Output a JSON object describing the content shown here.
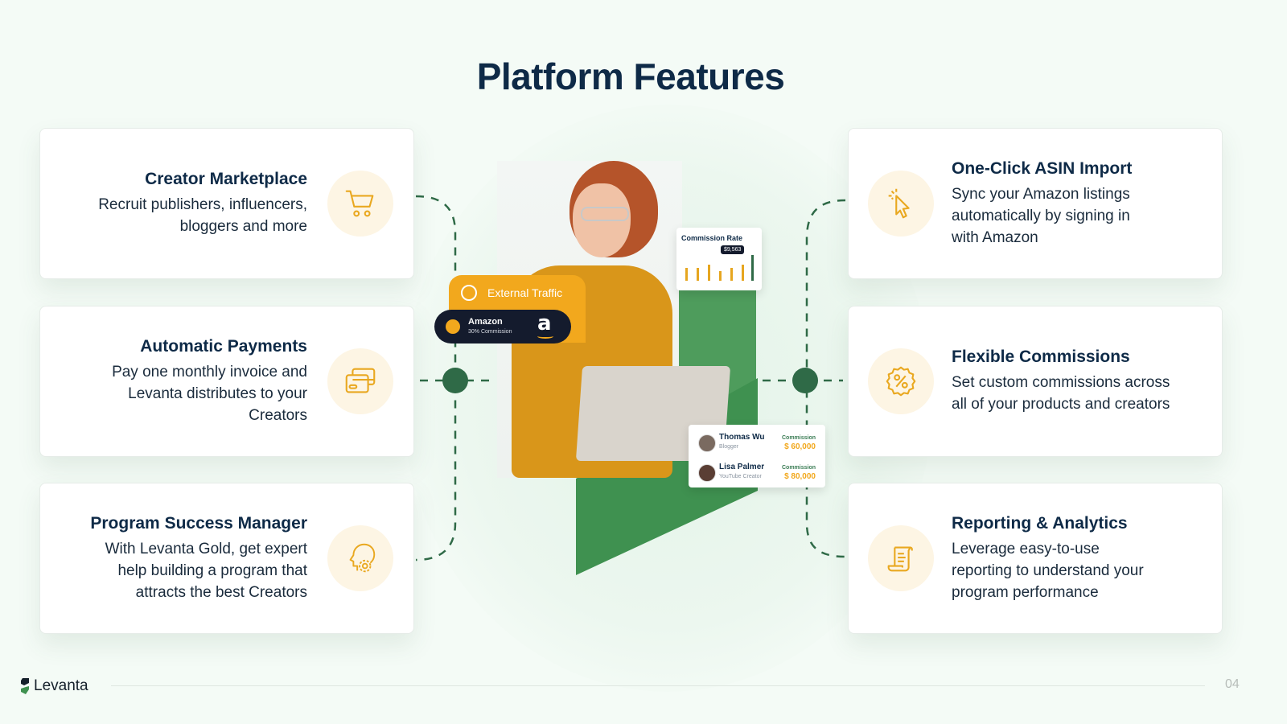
{
  "title": "Platform Features",
  "features_left": [
    {
      "title": "Creator Marketplace",
      "lines": [
        "Recruit publishers, influencers,",
        "bloggers and more"
      ],
      "icon": "shopping-cart-icon"
    },
    {
      "title": "Automatic Payments",
      "lines": [
        "Pay one monthly invoice and",
        "Levanta distributes to your",
        "Creators"
      ],
      "icon": "credit-cards-icon"
    },
    {
      "title": "Program Success Manager",
      "lines": [
        "With Levanta Gold, get expert",
        "help building a program that",
        "attracts the best Creators"
      ],
      "icon": "head-gear-icon"
    }
  ],
  "features_right": [
    {
      "title": "One-Click ASIN Import",
      "lines": [
        "Sync your Amazon listings",
        "automatically by signing in",
        "with Amazon"
      ],
      "icon": "cursor-click-icon"
    },
    {
      "title": "Flexible Commissions",
      "lines": [
        "Set custom commissions across",
        "all of your products and creators"
      ],
      "icon": "percent-badge-icon"
    },
    {
      "title": "Reporting & Analytics",
      "lines": [
        "Leverage easy-to-use",
        "reporting to understand your",
        "program performance"
      ],
      "icon": "report-scroll-icon"
    }
  ],
  "center": {
    "traffic_label": "External Traffic",
    "amazon": {
      "name": "Amazon",
      "commission": "30% Commission",
      "logo": "a"
    },
    "commission_rate": {
      "title": "Commission Rate",
      "tooltip": "$9,563"
    },
    "creators": [
      {
        "name": "Thomas Wu",
        "role": "Blogger",
        "commission_label": "Commission",
        "amount": "$ 60,000"
      },
      {
        "name": "Lisa Palmer",
        "role": "YouTube Creator",
        "commission_label": "Commission",
        "amount": "$ 80,000"
      }
    ]
  },
  "footer": {
    "brand": "Levanta",
    "page_number": "04"
  },
  "colors": {
    "accent": "#f2a81d",
    "primary_green": "#2f6a47",
    "title": "#0e2a47"
  }
}
